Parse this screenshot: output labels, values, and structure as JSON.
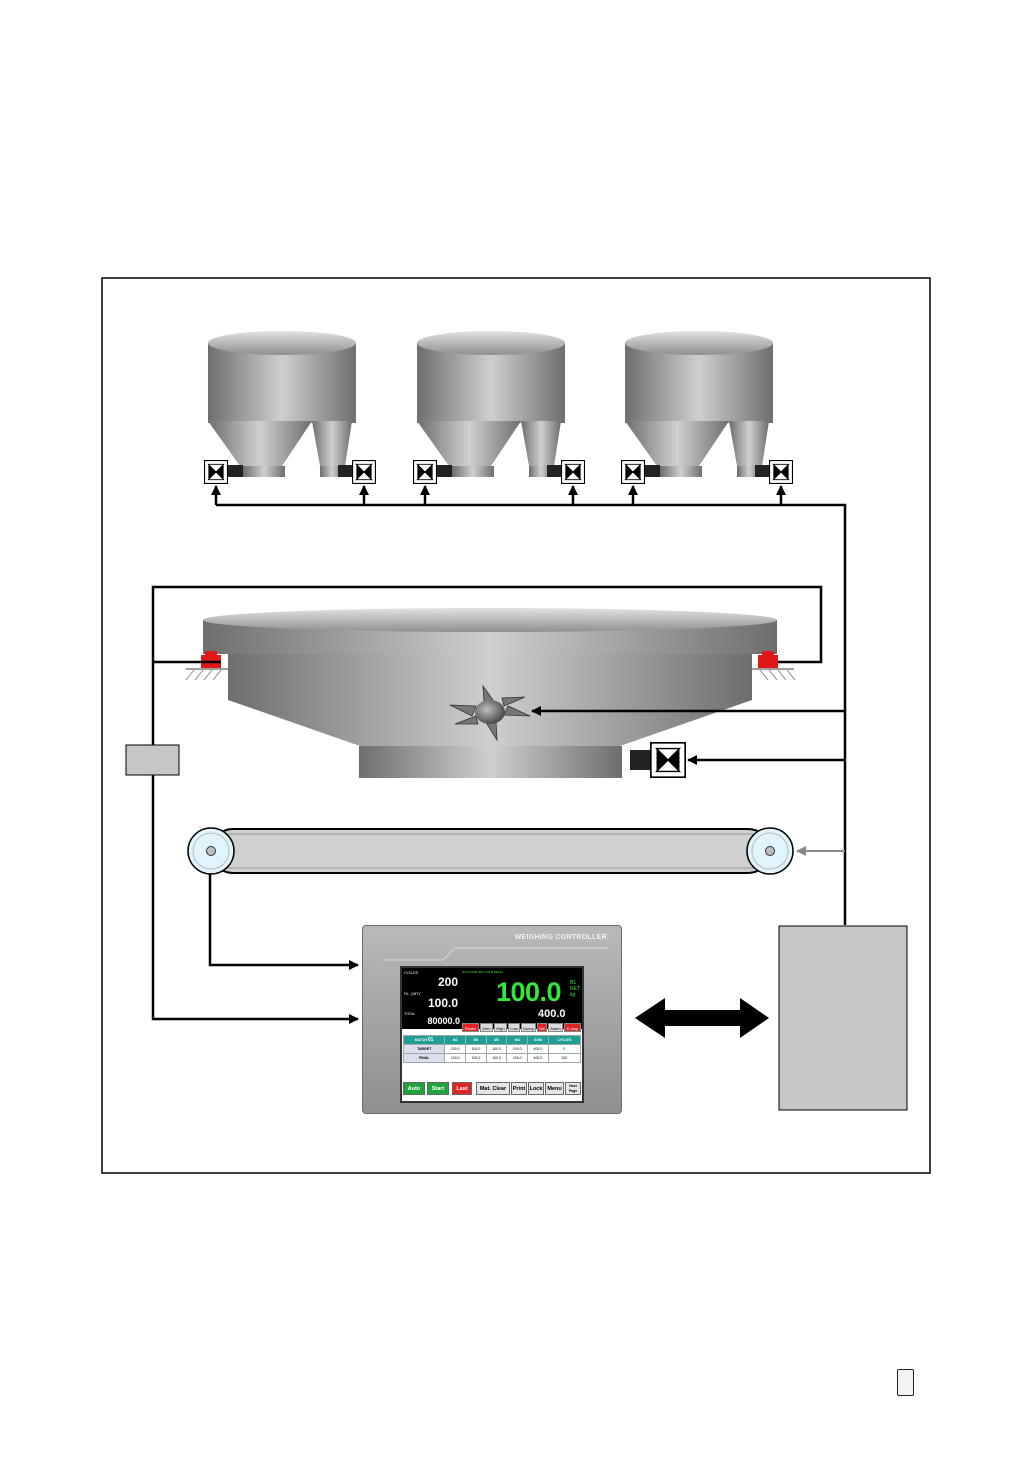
{
  "controller": {
    "title": "WEIGHING CONTROLLER",
    "screen": {
      "status_bar": "RUN   STAB   NET  HOLD   REFILL",
      "cycles_label": "CYCLES",
      "cycles_value": "200",
      "fill_label": "FIL. QNTY",
      "fill_value": "100.0",
      "total_label": "TOTAL",
      "total_value": "80000.0",
      "main_weight": "100.0",
      "units": "B1 NET kg",
      "net_weight": "400.0",
      "status_buttons": [
        "Pause",
        "Zero",
        "High",
        "Low",
        "Dump",
        "M4",
        "Alarm",
        "E-stop"
      ],
      "table": {
        "batch_label": "BATCH",
        "batch_no": "01",
        "headers": [
          "M1",
          "M2",
          "M3",
          "M4",
          "SUM",
          "CYCLES"
        ],
        "rows": [
          {
            "label": "TARGET",
            "values": [
              "100.0",
              "100.0",
              "100.0",
              "100.0",
              "400.0",
              "0"
            ]
          },
          {
            "label": "FINAL",
            "values": [
              "100.0",
              "100.0",
              "100.0",
              "100.0",
              "400.0",
              "200"
            ]
          }
        ]
      },
      "bottom_buttons": [
        "Auto",
        "Start",
        "Last",
        "Mat. Clear",
        "Print",
        "Lock",
        "Menu",
        "Next Page"
      ]
    }
  }
}
